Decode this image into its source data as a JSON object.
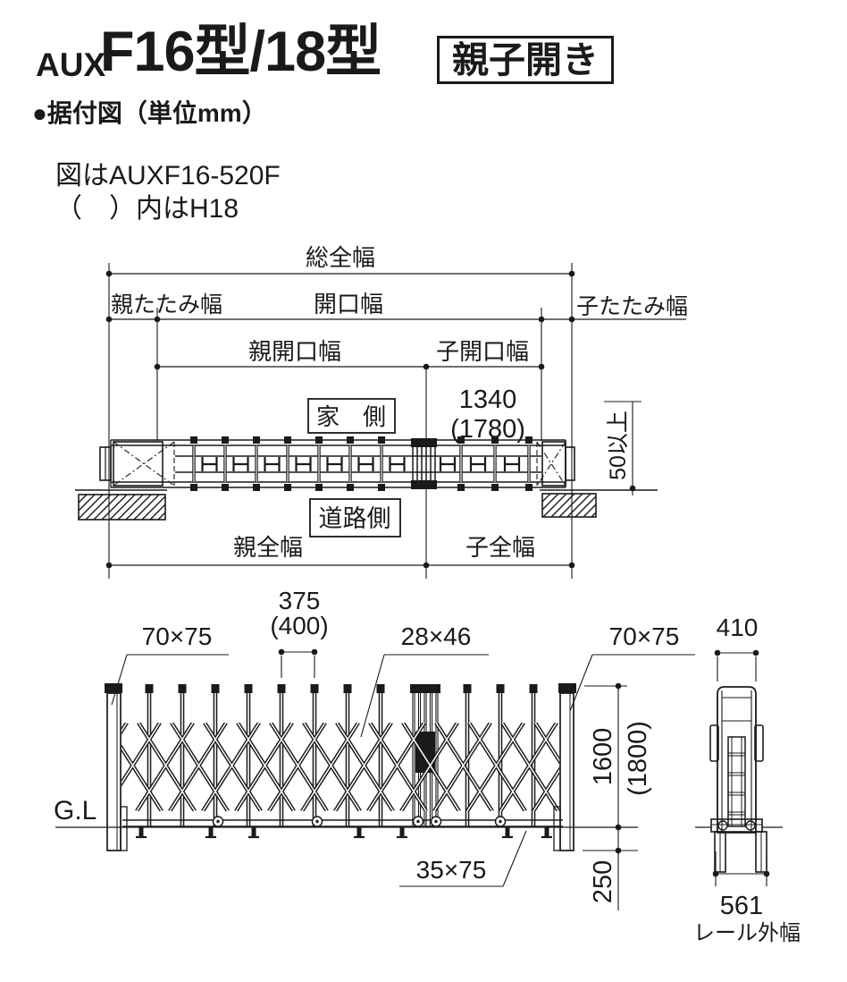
{
  "header": {
    "brand": "AUX",
    "model": "F16型/18型",
    "badge": "親子開き",
    "section_title": "●据付図（単位mm）",
    "note_line1": "図はAUXF16-520F",
    "note_line2": "（　）内はH18"
  },
  "plan_view": {
    "dim_total_width": "総全幅",
    "dim_parent_fold_width": "親たたみ幅",
    "dim_opening_width": "開口幅",
    "dim_child_fold_width": "子たたみ幅",
    "dim_parent_opening_width": "親開口幅",
    "dim_child_opening_width": "子開口幅",
    "child_opening_value": "1340",
    "child_opening_value_h18": "(1780)",
    "house_side_label": "家　側",
    "road_side_label": "道路側",
    "clearance_note": "50以上",
    "dim_parent_full_width": "親全幅",
    "dim_child_full_width": "子全幅"
  },
  "elevation_view": {
    "end_post_size_left": "70×75",
    "picket_pitch_value": "375",
    "picket_pitch_value_h18": "(400)",
    "lattice_bar_size": "28×46",
    "end_post_size_right": "70×75",
    "ground_level_label": "G.L",
    "height_value": "1600",
    "height_value_h18": "(1800)",
    "embed_depth_value": "250",
    "bottom_rail_size": "35×75"
  },
  "side_view": {
    "post_width_value": "410",
    "rail_outer_width_value": "561",
    "rail_outer_width_label": "レール外幅"
  },
  "colors": {
    "ink": "#1a1a1a",
    "background": "#ffffff"
  }
}
